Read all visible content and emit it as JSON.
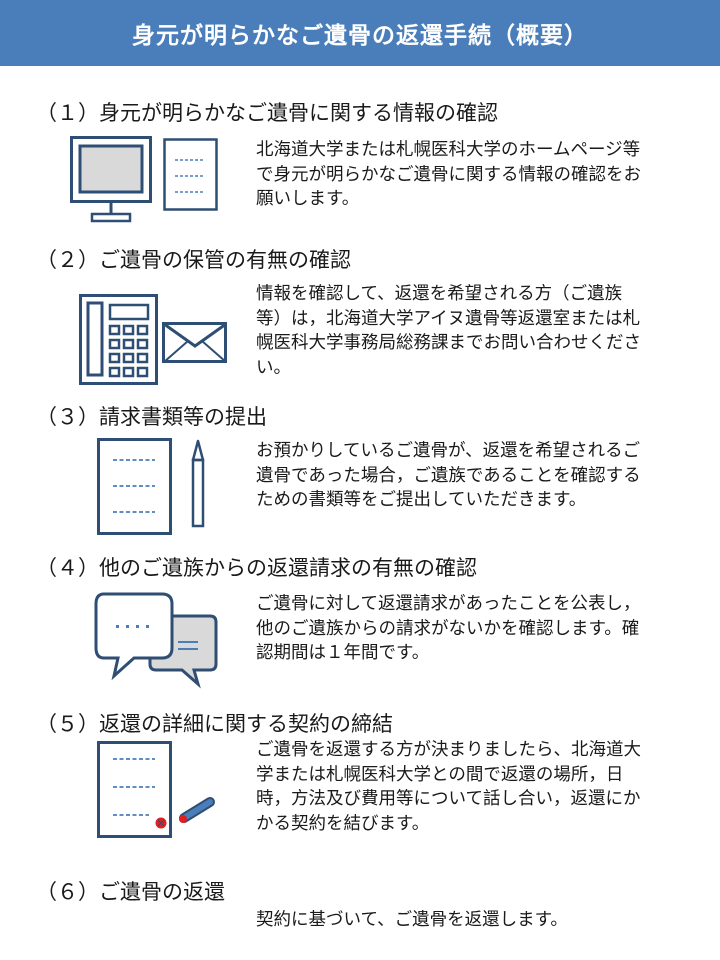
{
  "page": {
    "title": "身元が明らかなご遺骨の返還手続（概要）"
  },
  "steps": [
    {
      "title": "（１）身元が明らかなご遺骨に関する情報の確認",
      "description": "北海道大学または札幌医科大学のホームページ等で身元が明らかなご遺骨に関する情報の確認をお願いします。",
      "icons": [
        "computer-monitor-icon",
        "document-icon"
      ]
    },
    {
      "title": "（２）ご遺骨の保管の有無の確認",
      "description": "情報を確認して、返還を希望される方（ご遺族等）は，北海道大学アイヌ遺骨等返還室または札幌医科大学事務局総務課までお問い合わせください。",
      "icons": [
        "telephone-icon",
        "envelope-icon"
      ]
    },
    {
      "title": "（３）請求書類等の提出",
      "description": "お預かりしているご遺骨が、返還を希望されるご遺骨であった場合，ご遺族であることを確認するための書類等をご提出していただきます。",
      "icons": [
        "document-icon",
        "pencil-icon"
      ]
    },
    {
      "title": "（４）他のご遺族からの返還請求の有無の確認",
      "description": "ご遺骨に対して返還請求があったことを公表し，他のご遺族からの請求がないかを確認します。確認期間は１年間です。",
      "icons": [
        "speech-bubbles-icon"
      ]
    },
    {
      "title": "（５）返還の詳細に関する契約の締結",
      "description": "ご遺骨を返還する方が決まりましたら、北海道大学または札幌医科大学との間で返還の場所，日時，方法及び費用等について話し合い，返還にかかる契約を結びます。",
      "icons": [
        "contract-document-icon",
        "seal-stamp-icon"
      ]
    },
    {
      "title": "（６）ご遺骨の返還",
      "description": "契約に基づいて、ご遺骨を返還します。",
      "icons": []
    }
  ],
  "colors": {
    "header_bg": "#4a7ebb",
    "icon_stroke": "#2f4e74",
    "icon_fill_light": "#d9d9d9",
    "stamp_red": "#e02020"
  }
}
